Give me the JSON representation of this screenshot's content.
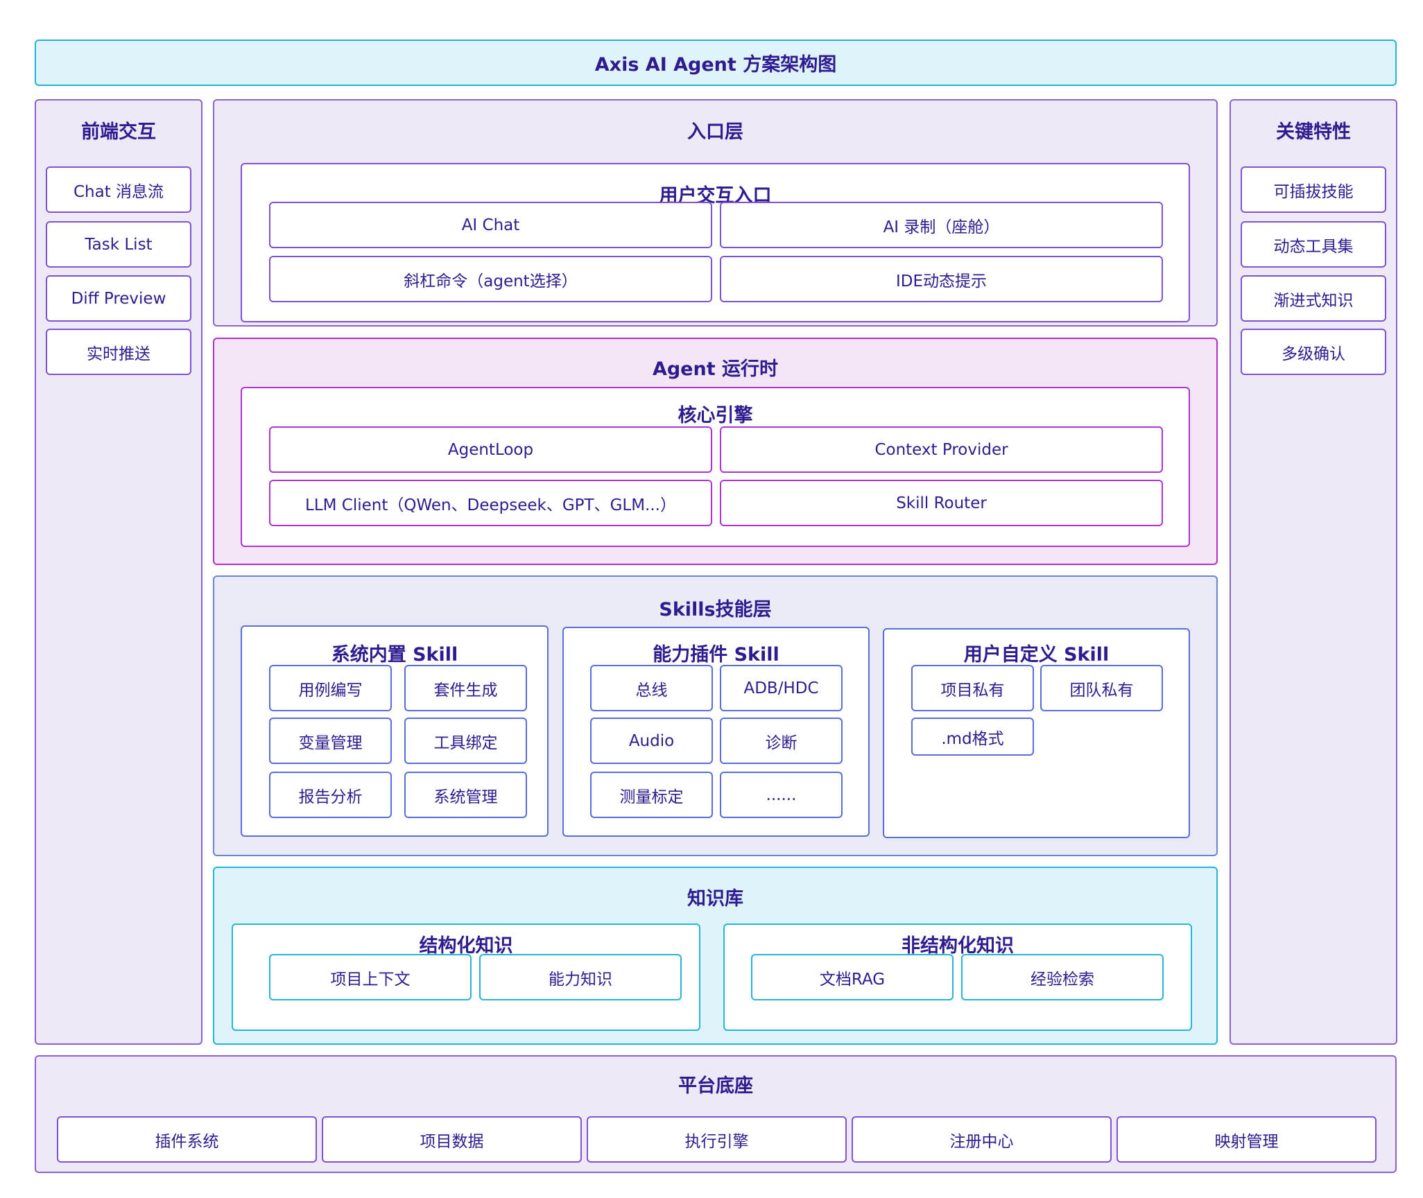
{
  "header": {
    "title": "Axis AI Agent 方案架构图"
  },
  "left": {
    "title": "前端交互",
    "items": [
      "Chat 消息流",
      "Task List",
      "Diff Preview",
      "实时推送"
    ]
  },
  "right": {
    "title": "关键特性",
    "items": [
      "可插拔技能",
      "动态工具集",
      "渐进式知识",
      "多级确认"
    ]
  },
  "entry": {
    "title": "入口层",
    "group_title": "用户交互入口",
    "items": [
      "AI Chat",
      "AI 录制（座舱）",
      "斜杠命令（agent选择）",
      "IDE动态提示"
    ]
  },
  "runtime": {
    "title": "Agent 运行时",
    "group_title": "核心引擎",
    "items": [
      "AgentLoop",
      "Context Provider",
      "LLM Client（QWen、Deepseek、GPT、GLM...）",
      "Skill Router"
    ]
  },
  "skills": {
    "title": "Skills技能层",
    "builtin": {
      "title": "系统内置 Skill",
      "items": [
        "用例编写",
        "套件生成",
        "变量管理",
        "工具绑定",
        "报告分析",
        "系统管理"
      ]
    },
    "plugin": {
      "title": "能力插件 Skill",
      "items": [
        "总线",
        "ADB/HDC",
        "Audio",
        "诊断",
        "测量标定",
        "......"
      ]
    },
    "custom": {
      "title": "用户自定义 Skill",
      "items": [
        "项目私有",
        "团队私有",
        ".md格式"
      ]
    }
  },
  "knowledge": {
    "title": "知识库",
    "structured": {
      "title": "结构化知识",
      "items": [
        "项目上下文",
        "能力知识"
      ]
    },
    "unstructured": {
      "title": "非结构化知识",
      "items": [
        "文档RAG",
        "经验检索"
      ]
    }
  },
  "platform": {
    "title": "平台底座",
    "items": [
      "插件系统",
      "项目数据",
      "执行引擎",
      "注册中心",
      "映射管理"
    ]
  },
  "colors": {
    "text": "#2e1b8f",
    "cyan_fill": "#dff3fb",
    "cyan_border": "#22b5d8",
    "lavender_fill": "#efe8f7",
    "lavender_border": "#8a63d2",
    "pink_fill": "#f4e6f7",
    "pink_border": "#b12fc9",
    "blue_fill": "#e8eaf6",
    "blue_border": "#6d83d6"
  }
}
